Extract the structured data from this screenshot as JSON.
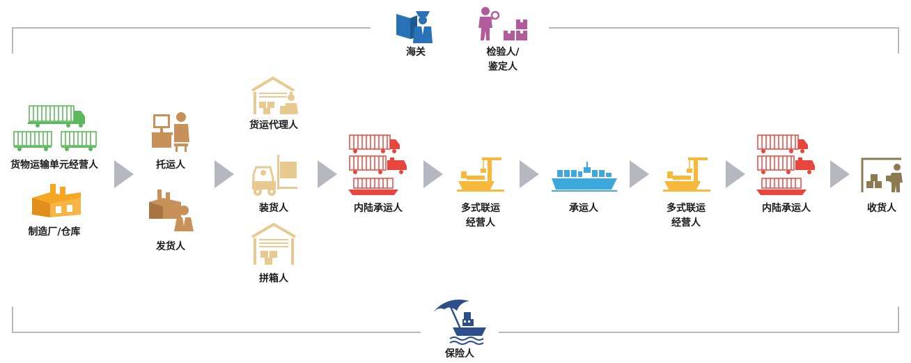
{
  "oversight": {
    "customs": "海关",
    "inspector_line1": "检验人/",
    "inspector_line2": "鉴定人"
  },
  "insurance": "保险人",
  "actors": {
    "transport_unit_operator": "货物运输单元经营人",
    "manufacturer_warehouse": "制造厂/仓库",
    "shipper_agent": "托运人",
    "consignor": "发货人",
    "freight_forwarder": "货运代理人",
    "loader": "装货人",
    "consolidator": "拼箱人",
    "inland_carrier_1": "内陆承运人",
    "mto_1_line1": "多式联运",
    "mto_1_line2": "经营人",
    "carrier": "承运人",
    "mto_2_line1": "多式联运",
    "mto_2_line2": "经营人",
    "inland_carrier_2": "内陆承运人",
    "consignee": "收货人"
  },
  "colors": {
    "bracket": "#b9b9b9",
    "arrow": "#b5b8c0",
    "green": "#5cb85c",
    "orange": "#f5a623",
    "brown": "#c8915a",
    "tan": "#e8c98f",
    "red": "#e8453c",
    "yellow": "#f6b93b",
    "sky": "#3ea7dc",
    "navy": "#2c4f8c",
    "blue": "#2a72b8",
    "purple": "#b25a9c",
    "olive": "#8b7a52"
  }
}
